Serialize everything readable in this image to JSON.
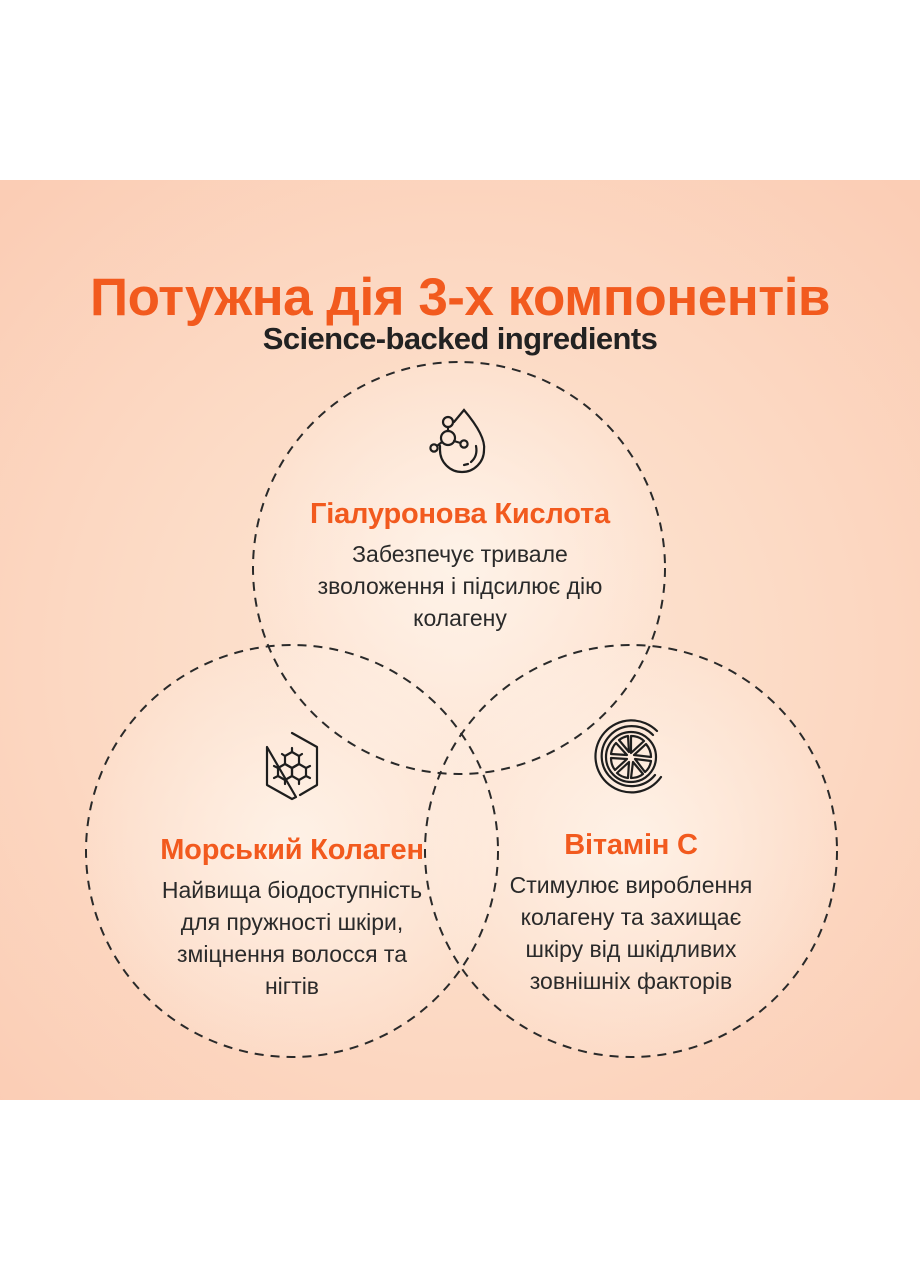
{
  "header": {
    "title": "Потужна дія 3-х компонентів",
    "subtitle": "Science-backed ingredients"
  },
  "colors": {
    "accent": "#F25A1E",
    "text": "#2A2A2A",
    "heading_dark": "#222222",
    "background_light": "#FDE6D6",
    "background_edge": "#FBCDB5",
    "outline": "#2A2A2A"
  },
  "ingredients": [
    {
      "icon": "hyaluronic-drop-molecule-icon",
      "title": "Гіалуронова Кислота",
      "description_lines": [
        "Забезпечує тривале",
        "зволоження і підсилює дію",
        "колагену"
      ]
    },
    {
      "icon": "collagen-hexagon-molecule-icon",
      "title": "Морський Колаген",
      "description_lines": [
        "Найвища біодоступність",
        "для пружності шкіри,",
        "зміцнення волосся та",
        "нігтів"
      ]
    },
    {
      "icon": "citrus-slice-icon",
      "title": "Вітамін С",
      "description_lines": [
        "Стимулює вироблення",
        "колагену та захищає",
        "шкіру від шкідливих",
        "зовнішніх факторів"
      ]
    }
  ]
}
